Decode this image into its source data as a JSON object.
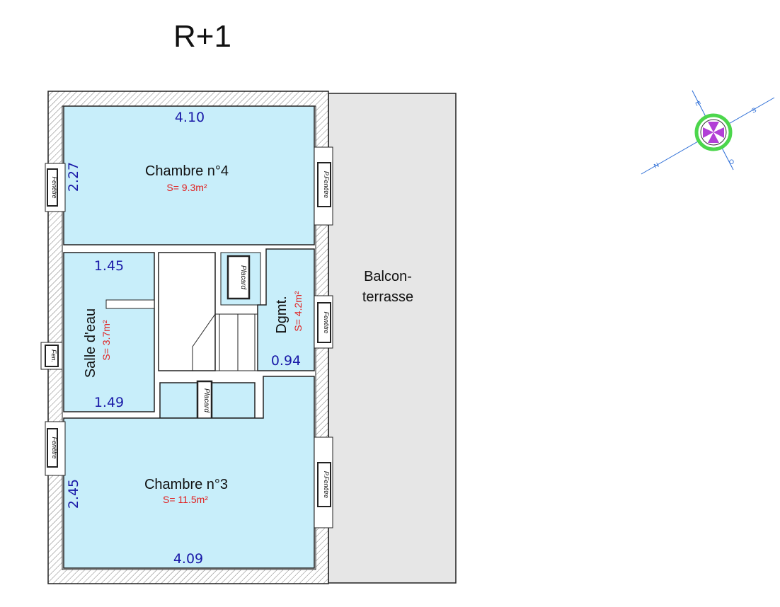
{
  "title": "R+1",
  "rooms": {
    "chambre4": {
      "name": "Chambre n°4",
      "area": "S= 9.3m²",
      "width": "4.10",
      "depth": "2.27"
    },
    "chambre3": {
      "name": "Chambre n°3",
      "area": "S= 11.5m²",
      "width": "4.09",
      "depth": "2.45"
    },
    "salle_eau": {
      "name": "Salle d'eau",
      "area": "S= 3.7m²",
      "top": "1.45",
      "bottom": "1.49"
    },
    "dgmt": {
      "name": "Dgmt.",
      "area": "S= 4.2m²",
      "width": "0.94"
    },
    "balcon": {
      "line1": "Balcon-",
      "line2": "terrasse"
    }
  },
  "windows": {
    "fenetre_left_top": "Fenêtre",
    "fen_left_mid": "Fen.",
    "fenetre_left_bottom": "Fenêtre",
    "pfenetre_right_top": "P.Fenêtre",
    "fenetre_right_mid": "Fenêtre",
    "pfenetre_right_bottom": "P.Fenêtre"
  },
  "closets": {
    "placard_top": "Placard",
    "placard_bottom": "Placard"
  },
  "compass": {
    "n": "N",
    "s": "S",
    "e": "E",
    "o": "O"
  },
  "colors": {
    "room_fill": "#c8eefa",
    "dimension": "#1a1aa8",
    "area": "#e02020",
    "balcony": "#e6e6e6"
  }
}
